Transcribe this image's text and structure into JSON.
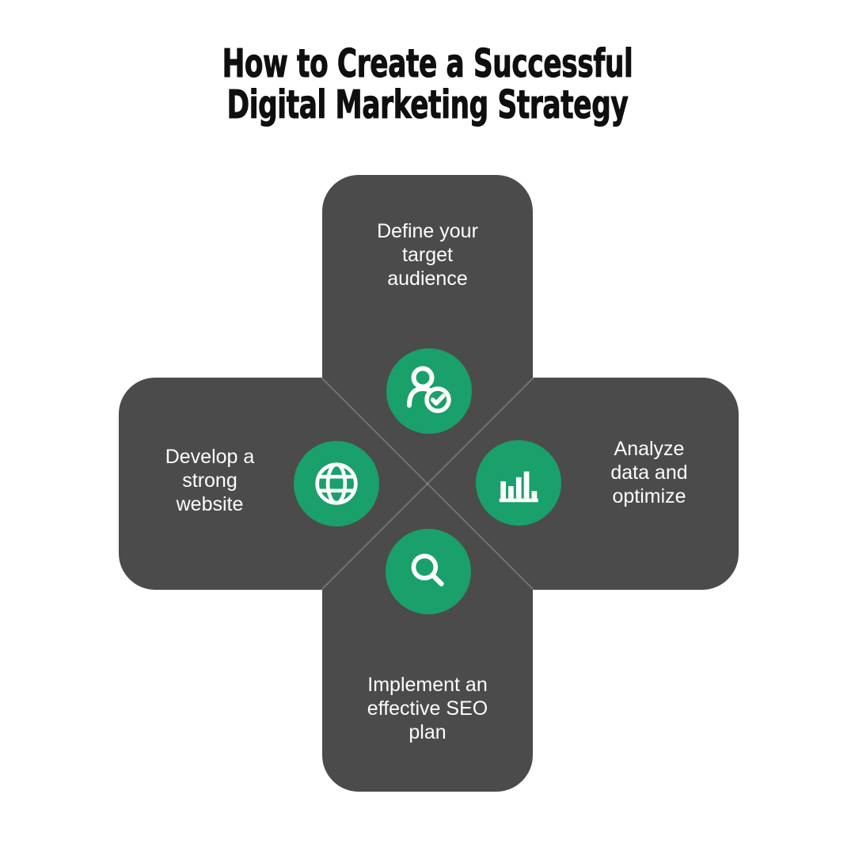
{
  "title": {
    "line1": "How to Create a Successful",
    "line2": "Digital Marketing Strategy"
  },
  "segments": [
    {
      "position": "top",
      "icon": "person-check-icon",
      "lines": [
        "Define your",
        "target",
        "audience"
      ]
    },
    {
      "position": "left",
      "icon": "globe-icon",
      "lines": [
        "Develop a",
        "strong",
        "website"
      ]
    },
    {
      "position": "right",
      "icon": "bar-chart-icon",
      "lines": [
        "Analyze",
        "data and",
        "optimize"
      ]
    },
    {
      "position": "bottom",
      "icon": "search-icon",
      "lines": [
        "Implement an",
        "effective SEO",
        "plan"
      ]
    }
  ],
  "chart_bars_icon_values": [
    21,
    15,
    26,
    33,
    9
  ],
  "colors": {
    "background": "#ffffff",
    "panel": "#4b4b4b",
    "accent": "#1aa06a",
    "text": "#fdfdfd",
    "title": "#0f0f0f",
    "seam": "rgba(255,255,255,0.22)"
  }
}
